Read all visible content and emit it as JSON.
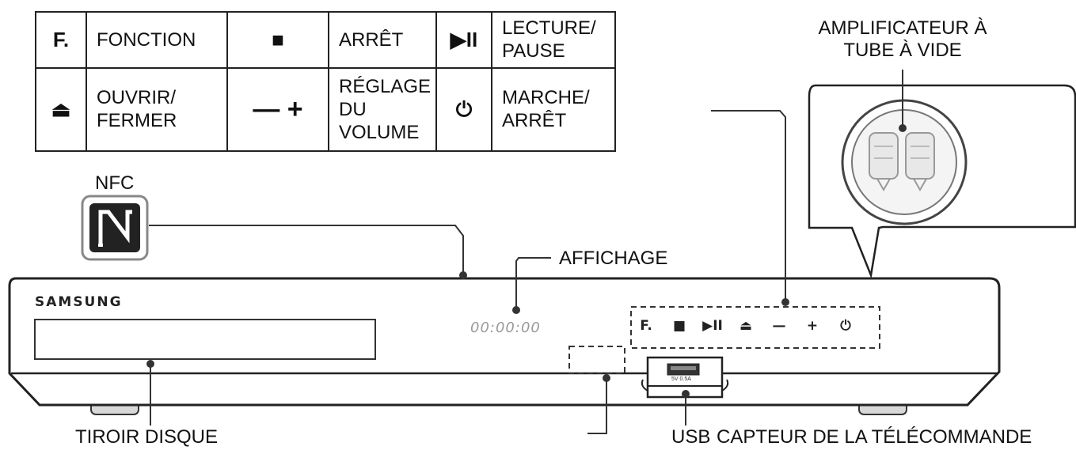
{
  "legend": {
    "rows": [
      [
        {
          "symbol": "F.",
          "icon": "function-icon",
          "label": "FONCTION"
        },
        {
          "symbol": "■",
          "icon": "stop-icon",
          "label": "ARRÊT"
        },
        {
          "symbol": "▶II",
          "icon": "play-pause-icon",
          "label_line1": "LECTURE/",
          "label_line2": "PAUSE"
        }
      ],
      [
        {
          "symbol": "⏏",
          "icon": "eject-icon",
          "label_line1": "OUVRIR/",
          "label_line2": "FERMER"
        },
        {
          "symbol": "—  +",
          "icon": "volume-icon",
          "label_line1": "RÉGLAGE",
          "label_line2": "DU VOLUME"
        },
        {
          "symbol": "⏻",
          "icon": "power-icon",
          "label_line1": "MARCHE/",
          "label_line2": "ARRÊT"
        }
      ]
    ]
  },
  "callouts": {
    "nfc": "NFC",
    "amp_line1": "AMPLIFICATEUR À",
    "amp_line2": "TUBE À VIDE",
    "display": "AFFICHAGE",
    "tray": "TIROIR DISQUE",
    "usb": "USB",
    "sensor": "CAPTEUR DE LA TÉLÉCOMMANDE"
  },
  "device": {
    "brand": "SAMSUNG",
    "display_text": "00:00:00",
    "panel_buttons": [
      "F.",
      "■",
      "▶II",
      "⏏",
      "—",
      "+",
      "⏻"
    ],
    "port_text": "5V 0.5A"
  }
}
